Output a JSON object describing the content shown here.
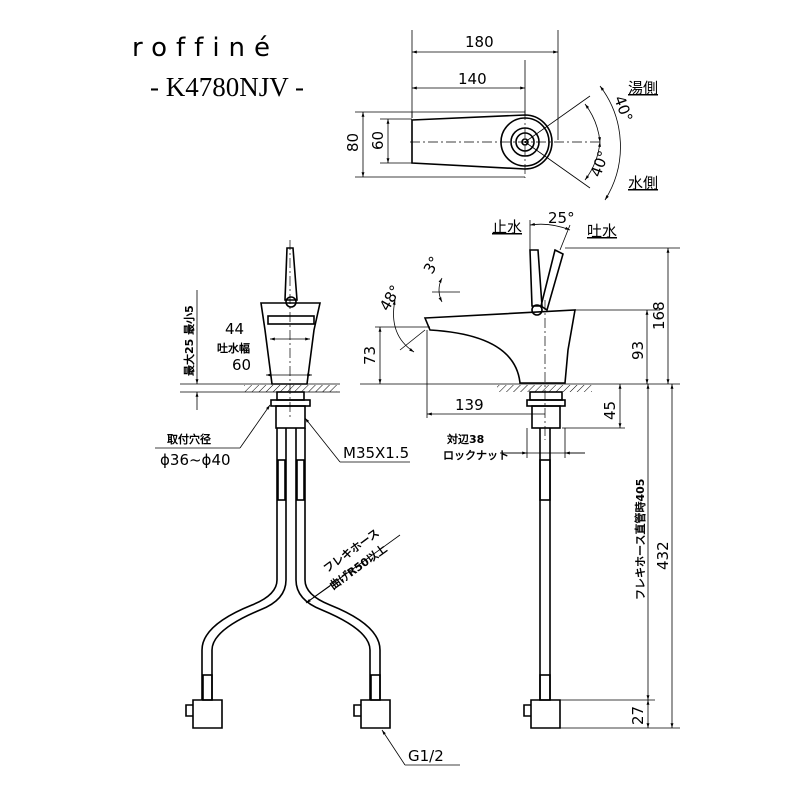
{
  "brand": "roffiné",
  "model": "- K4780NJV -",
  "top_view": {
    "dim_total_length": "180",
    "dim_spout_length": "140",
    "dim_height_outer": "80",
    "dim_height_inner": "60",
    "angle_hot": "40°",
    "angle_cold": "40°",
    "label_hot": "湯側",
    "label_cold": "水側"
  },
  "side_view": {
    "label_stop": "止水",
    "label_flow": "吐水",
    "angle_lever": "25°",
    "angle_tilt": "3°",
    "angle_spout": "48°",
    "dim_spout_height": "73",
    "dim_reach": "139",
    "dim_body_height": "93",
    "dim_total_height": "168",
    "dim_nut": "45",
    "nut_label": "対辺38",
    "nut_name": "ロックナット",
    "hose_label": "フレキホース直管時405",
    "dim_total_hose": "432",
    "dim_fitting": "27"
  },
  "front_view": {
    "counter_thickness": "最大25  最小5",
    "dim_outlet": "44",
    "outlet_label": "吐水幅",
    "dim_body": "60",
    "hole_label": "取付穴径",
    "hole_size": "ϕ36~ϕ40",
    "thread": "M35X1.5",
    "hose_name": "フレキホース",
    "hose_bend": "曲げR50以上",
    "connection": "G1/2"
  }
}
